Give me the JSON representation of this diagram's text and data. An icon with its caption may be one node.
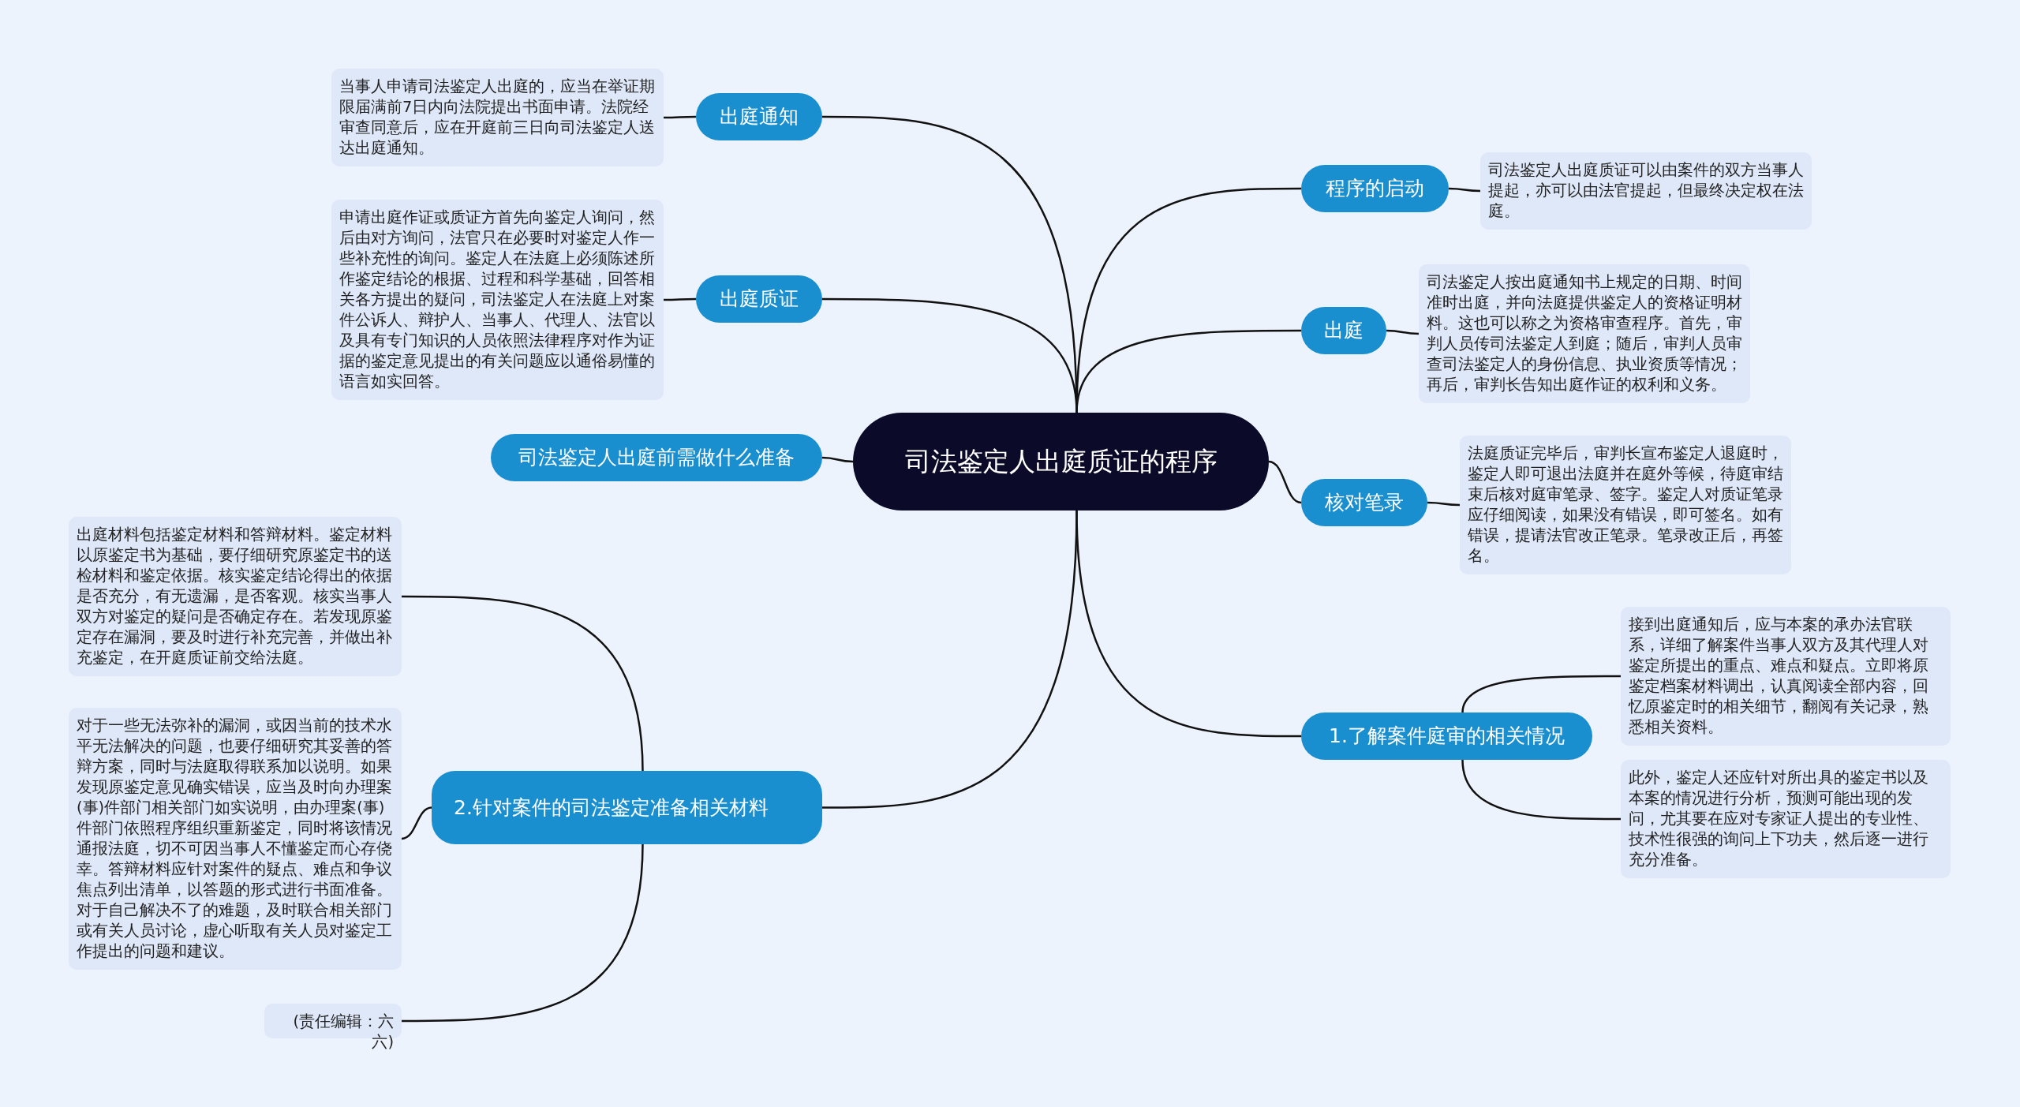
{
  "diagram": {
    "nodes": [
      {
        "text": [
          "司法鉴定人出庭质证的程序"
        ]
      },
      {
        "text": [
          "出庭通知"
        ]
      },
      {
        "text": [
          "当事人申请司法鉴定人出庭的，应当在举证期限届满前7日内向法院提出书面申请。法院经审查同意后，应在开庭前三日向司法鉴定人送达出庭通知。"
        ]
      },
      {
        "text": [
          "出庭质证"
        ]
      },
      {
        "text": [
          "申请出庭作证或质证方首先向鉴定人询问，然后由对方询问，法官只在必要时对鉴定人作一些补充性的询问。鉴定人在法庭上必须陈述所作鉴定结论的根据、过程和科学基础，回答相关各方提出的疑问，司法鉴定人在法庭上对案件公诉人、辩护人、当事人、代理人、法官以及具有专门知识的人员依照法律程序对作为证据的鉴定意见提出的有关问题应以通俗易懂的语言如实回答。"
        ]
      },
      {
        "text": [
          "司法鉴定人出庭前需做什么准备"
        ]
      },
      {
        "text": [
          "2.针对案件的司法鉴定准备相关材料"
        ]
      },
      {
        "text": [
          "出庭材料包括鉴定材料和答辩材料。鉴定材料以原鉴定书为基础，要仔细研究原鉴定书的送检材料和鉴定依据。核实鉴定结论得出的依据是否充分，有无遗漏，是否客观。核实当事人双方对鉴定的疑问是否确定存在。若发现原鉴定存在漏洞，要及时进行补充完善，并做出补充鉴定，在开庭质证前交给法庭。"
        ]
      },
      {
        "text": [
          "对于一些无法弥补的漏洞，或因当前的技术水平无法解决的问题，也要仔细研究其妥善的答辩方案，同时与法庭取得联系加以说明。如果发现原鉴定意见确实错误，应当及时向办理案(事)件部门相关部门如实说明，由办理案(事)件部门依照程序组织重新鉴定，同时将该情况通报法庭，切不可因当事人不懂鉴定而心存侥幸。答辩材料应针对案件的疑点、难点和争议焦点列出清单，以答题的形式进行书面准备。对于自己解决不了的难题，及时联合相关部门或有关人员讨论，虚心听取有关人员对鉴定工作提出的问题和建议。"
        ]
      },
      {
        "text": [
          "(责任编辑：六六)"
        ]
      },
      {
        "text": [
          "程序的启动"
        ]
      },
      {
        "text": [
          "司法鉴定人出庭质证可以由案件的双方当事人提起，亦可以由法官提起，但最终决定权在法庭。"
        ]
      },
      {
        "text": [
          "出庭"
        ]
      },
      {
        "text": [
          "司法鉴定人按出庭通知书上规定的日期、时间准时出庭，并向法庭提供鉴定人的资格证明材料。这也可以称之为资格审查程序。首先，审判人员传司法鉴定人到庭；随后，审判人员审查司法鉴定人的身份信息、执业资质等情况；再后，审判长告知出庭作证的权利和义务。"
        ]
      },
      {
        "text": [
          "核对笔录"
        ]
      },
      {
        "text": [
          "法庭质证完毕后，审判长宣布鉴定人退庭时，鉴定人即可退出法庭并在庭外等候，待庭审结束后核对庭审笔录、签字。鉴定人对质证笔录应仔细阅读，如果没有错误，即可签名。如有错误，提请法官改正笔录。笔录改正后，再签名。"
        ]
      },
      {
        "text": [
          "1.了解案件庭审的相关情况"
        ]
      },
      {
        "text": [
          "接到出庭通知后，应与本案的承办法官联系，详细了解案件当事人双方及其代理人对鉴定所提出的重点、难点和疑点。立即将原鉴定档案材料调出，认真阅读全部内容，回忆原鉴定时的相关细节，翻阅有关记录，熟悉相关资料。"
        ]
      },
      {
        "text": [
          "此外，鉴定人还应针对所出具的鉴定书以及本案的情况进行分析，预测可能出现的发问，尤其要在应对专家证人提出的专业性、技术性很强的询问上下功夫，然后逐一进行充分准备。"
        ]
      }
    ],
    "edges": [
      {
        "from": 0,
        "to": 1,
        "arrow": "none"
      },
      {
        "from": 1,
        "to": 2,
        "arrow": "none"
      },
      {
        "from": 0,
        "to": 3,
        "arrow": "none"
      },
      {
        "from": 3,
        "to": 4,
        "arrow": "none"
      },
      {
        "from": 0,
        "to": 5,
        "arrow": "none"
      },
      {
        "from": 0,
        "to": 6,
        "arrow": "none"
      },
      {
        "from": 6,
        "to": 7,
        "arrow": "none"
      },
      {
        "from": 6,
        "to": 8,
        "arrow": "none"
      },
      {
        "from": 6,
        "to": 9,
        "arrow": "none"
      },
      {
        "from": 0,
        "to": 10,
        "arrow": "none"
      },
      {
        "from": 10,
        "to": 11,
        "arrow": "none"
      },
      {
        "from": 0,
        "to": 12,
        "arrow": "none"
      },
      {
        "from": 12,
        "to": 13,
        "arrow": "none"
      },
      {
        "from": 0,
        "to": 14,
        "arrow": "none"
      },
      {
        "from": 14,
        "to": 15,
        "arrow": "none"
      },
      {
        "from": 0,
        "to": 16,
        "arrow": "none"
      },
      {
        "from": 16,
        "to": 17,
        "arrow": "none"
      },
      {
        "from": 16,
        "to": 18,
        "arrow": "none"
      }
    ]
  }
}
